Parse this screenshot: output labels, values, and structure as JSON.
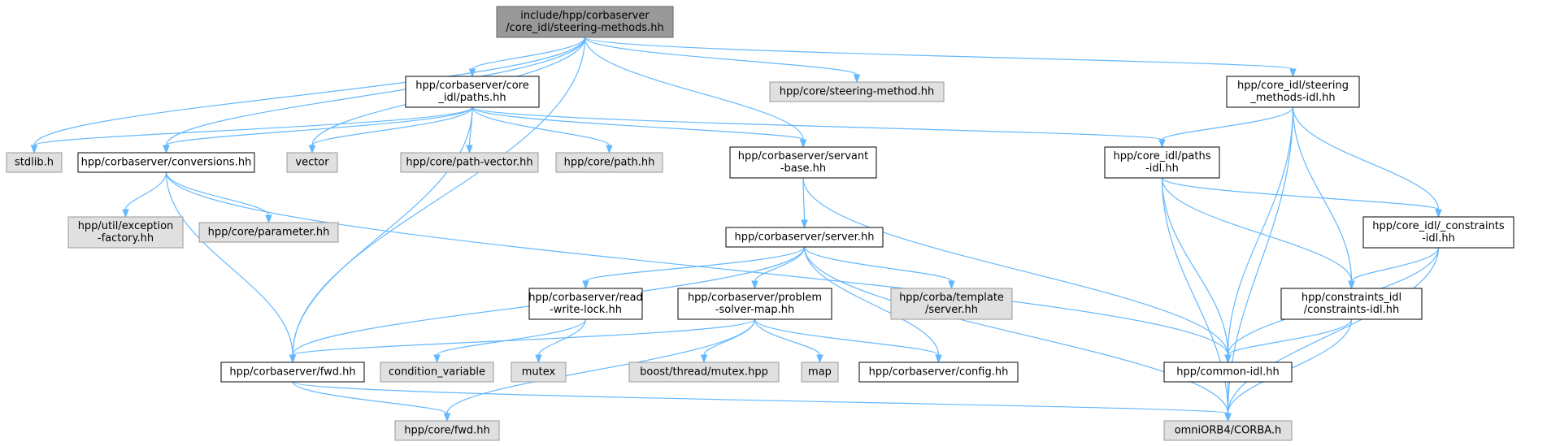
{
  "colors": {
    "root_fill": "#999999",
    "root_stroke": "#666666",
    "documented_fill": "#ffffff",
    "documented_stroke": "#000000",
    "external_fill": "#e0e0e0",
    "external_stroke": "#999999",
    "edge": "#63b8ff"
  },
  "nodes": [
    {
      "id": "steering_methods",
      "kind": "root",
      "lines": [
        "include/hpp/corbaserver",
        "/core_idl/steering-methods.hh"
      ]
    },
    {
      "id": "paths_hh",
      "kind": "documented",
      "lines": [
        "hpp/corbaserver/core",
        "_idl/paths.hh"
      ]
    },
    {
      "id": "core_steering_method",
      "kind": "external",
      "lines": [
        "hpp/core/steering-method.hh"
      ]
    },
    {
      "id": "steering_methods_idl",
      "kind": "documented",
      "lines": [
        "hpp/core_idl/steering",
        "_methods-idl.hh"
      ]
    },
    {
      "id": "stdlib",
      "kind": "external",
      "lines": [
        "stdlib.h"
      ]
    },
    {
      "id": "conversions",
      "kind": "documented",
      "lines": [
        "hpp/corbaserver/conversions.hh"
      ]
    },
    {
      "id": "vector",
      "kind": "external",
      "lines": [
        "vector"
      ]
    },
    {
      "id": "path_vector",
      "kind": "external",
      "lines": [
        "hpp/core/path-vector.hh"
      ]
    },
    {
      "id": "core_path",
      "kind": "external",
      "lines": [
        "hpp/core/path.hh"
      ]
    },
    {
      "id": "servant_base",
      "kind": "documented",
      "lines": [
        "hpp/corbaserver/servant",
        "-base.hh"
      ]
    },
    {
      "id": "paths_idl",
      "kind": "documented",
      "lines": [
        "hpp/core_idl/paths",
        "-idl.hh"
      ]
    },
    {
      "id": "exception_factory",
      "kind": "external",
      "lines": [
        "hpp/util/exception",
        "-factory.hh"
      ]
    },
    {
      "id": "parameter",
      "kind": "external",
      "lines": [
        "hpp/core/parameter.hh"
      ]
    },
    {
      "id": "server",
      "kind": "documented",
      "lines": [
        "hpp/corbaserver/server.hh"
      ]
    },
    {
      "id": "constraints_private",
      "kind": "documented",
      "lines": [
        "hpp/core_idl/_constraints",
        "-idl.hh"
      ]
    },
    {
      "id": "rw_lock",
      "kind": "documented",
      "lines": [
        "hpp/corbaserver/read",
        "-write-lock.hh"
      ]
    },
    {
      "id": "ps_map",
      "kind": "documented",
      "lines": [
        "hpp/corbaserver/problem",
        "-solver-map.hh"
      ]
    },
    {
      "id": "corba_template",
      "kind": "external",
      "lines": [
        "hpp/corba/template",
        "/server.hh"
      ]
    },
    {
      "id": "constraints_idl",
      "kind": "documented",
      "lines": [
        "hpp/constraints_idl",
        "/constraints-idl.hh"
      ]
    },
    {
      "id": "fwd_corbaserver",
      "kind": "documented",
      "lines": [
        "hpp/corbaserver/fwd.hh"
      ]
    },
    {
      "id": "condition_variable",
      "kind": "external",
      "lines": [
        "condition_variable"
      ]
    },
    {
      "id": "mutex",
      "kind": "external",
      "lines": [
        "mutex"
      ]
    },
    {
      "id": "boost_mutex",
      "kind": "external",
      "lines": [
        "boost/thread/mutex.hpp"
      ]
    },
    {
      "id": "map",
      "kind": "external",
      "lines": [
        "map"
      ]
    },
    {
      "id": "config",
      "kind": "documented",
      "lines": [
        "hpp/corbaserver/config.hh"
      ]
    },
    {
      "id": "common_idl",
      "kind": "documented",
      "lines": [
        "hpp/common-idl.hh"
      ]
    },
    {
      "id": "core_fwd",
      "kind": "external",
      "lines": [
        "hpp/core/fwd.hh"
      ]
    },
    {
      "id": "omniorb",
      "kind": "external",
      "lines": [
        "omniORB4/CORBA.h"
      ]
    }
  ],
  "edges": [
    [
      "steering_methods",
      "paths_hh"
    ],
    [
      "steering_methods",
      "core_steering_method"
    ],
    [
      "steering_methods",
      "steering_methods_idl"
    ],
    [
      "steering_methods",
      "stdlib"
    ],
    [
      "steering_methods",
      "conversions"
    ],
    [
      "steering_methods",
      "vector"
    ],
    [
      "steering_methods",
      "servant_base"
    ],
    [
      "steering_methods",
      "fwd_corbaserver"
    ],
    [
      "paths_hh",
      "stdlib"
    ],
    [
      "paths_hh",
      "conversions"
    ],
    [
      "paths_hh",
      "vector"
    ],
    [
      "paths_hh",
      "path_vector"
    ],
    [
      "paths_hh",
      "core_path"
    ],
    [
      "paths_hh",
      "servant_base"
    ],
    [
      "paths_hh",
      "paths_idl"
    ],
    [
      "paths_hh",
      "fwd_corbaserver"
    ],
    [
      "conversions",
      "exception_factory"
    ],
    [
      "conversions",
      "parameter"
    ],
    [
      "conversions",
      "fwd_corbaserver"
    ],
    [
      "conversions",
      "common_idl"
    ],
    [
      "servant_base",
      "server"
    ],
    [
      "servant_base",
      "common_idl"
    ],
    [
      "server",
      "rw_lock"
    ],
    [
      "server",
      "ps_map"
    ],
    [
      "server",
      "corba_template"
    ],
    [
      "server",
      "config"
    ],
    [
      "server",
      "fwd_corbaserver"
    ],
    [
      "server",
      "omniorb"
    ],
    [
      "rw_lock",
      "condition_variable"
    ],
    [
      "rw_lock",
      "mutex"
    ],
    [
      "ps_map",
      "fwd_corbaserver"
    ],
    [
      "ps_map",
      "boost_mutex"
    ],
    [
      "ps_map",
      "map"
    ],
    [
      "ps_map",
      "config"
    ],
    [
      "ps_map",
      "core_fwd"
    ],
    [
      "fwd_corbaserver",
      "core_fwd"
    ],
    [
      "fwd_corbaserver",
      "omniorb"
    ],
    [
      "steering_methods_idl",
      "paths_idl"
    ],
    [
      "steering_methods_idl",
      "common_idl"
    ],
    [
      "steering_methods_idl",
      "constraints_idl"
    ],
    [
      "steering_methods_idl",
      "constraints_private"
    ],
    [
      "steering_methods_idl",
      "omniorb"
    ],
    [
      "paths_idl",
      "common_idl"
    ],
    [
      "paths_idl",
      "constraints_idl"
    ],
    [
      "paths_idl",
      "constraints_private"
    ],
    [
      "paths_idl",
      "omniorb"
    ],
    [
      "constraints_private",
      "constraints_idl"
    ],
    [
      "constraints_private",
      "common_idl"
    ],
    [
      "constraints_private",
      "omniorb"
    ],
    [
      "constraints_idl",
      "common_idl"
    ],
    [
      "constraints_idl",
      "omniorb"
    ],
    [
      "common_idl",
      "omniorb"
    ]
  ]
}
